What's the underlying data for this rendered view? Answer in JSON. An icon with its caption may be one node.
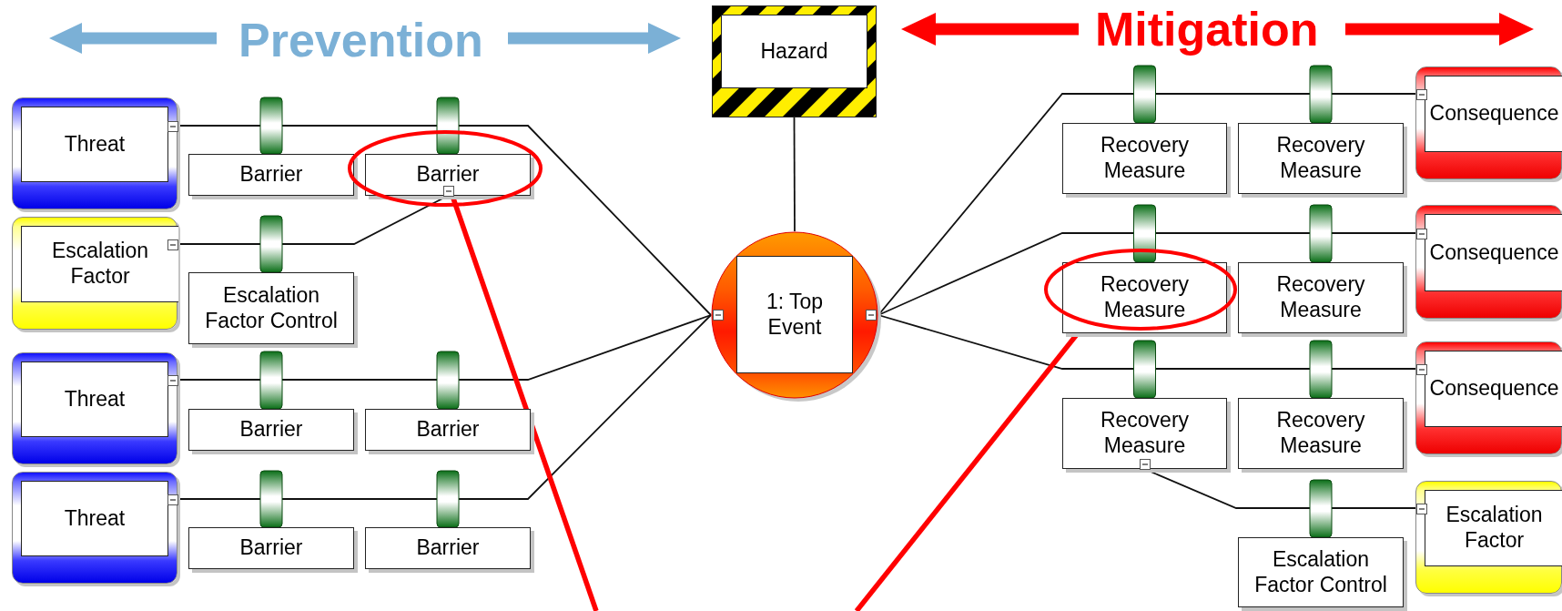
{
  "diagram": {
    "nodes": [
      {
        "text": [
          "Hazard"
        ]
      },
      {
        "text": [
          "Threat"
        ]
      },
      {
        "text": [
          "Barrier"
        ]
      },
      {
        "text": [
          "Barrier"
        ]
      },
      {
        "text": [
          "Escalation Factor"
        ]
      },
      {
        "text": [
          "Escalation Factor Control"
        ]
      },
      {
        "text": [
          "Threat"
        ]
      },
      {
        "text": [
          "Barrier"
        ]
      },
      {
        "text": [
          "Barrier"
        ]
      },
      {
        "text": [
          "Threat"
        ]
      },
      {
        "text": [
          "Barrier"
        ]
      },
      {
        "text": [
          "Barrier"
        ]
      },
      {
        "text": [
          "1: Top Event"
        ]
      },
      {
        "text": [
          "Recovery Measure"
        ]
      },
      {
        "text": [
          "Recovery Measure"
        ]
      },
      {
        "text": [
          "Consequence"
        ]
      },
      {
        "text": [
          "Recovery Measure"
        ]
      },
      {
        "text": [
          "Recovery Measure"
        ]
      },
      {
        "text": [
          "Consequence"
        ]
      },
      {
        "text": [
          "Recovery Measure"
        ]
      },
      {
        "text": [
          "Recovery Measure"
        ]
      },
      {
        "text": [
          "Consequence"
        ]
      },
      {
        "text": [
          "Escalation Factor Control"
        ]
      },
      {
        "text": [
          "Escalation Factor"
        ]
      }
    ],
    "edges": [
      {
        "from": 0,
        "to": 12,
        "arrow": "none"
      },
      {
        "from": 1,
        "to": 12,
        "arrow": "none"
      },
      {
        "from": 4,
        "to": 3,
        "arrow": "none"
      },
      {
        "from": 6,
        "to": 12,
        "arrow": "none"
      },
      {
        "from": 9,
        "to": 12,
        "arrow": "none"
      },
      {
        "from": 12,
        "to": 15,
        "arrow": "none"
      },
      {
        "from": 12,
        "to": 18,
        "arrow": "none"
      },
      {
        "from": 12,
        "to": 21,
        "arrow": "none"
      },
      {
        "from": 23,
        "to": 19,
        "arrow": "none"
      },
      {
        "from": 3,
        "to": null,
        "arrow": "none",
        "style": "thick",
        "color": "#ff0000"
      },
      {
        "from": 16,
        "to": null,
        "arrow": "none",
        "style": "thick",
        "color": "#ff0000"
      }
    ],
    "labels": [
      "Prevention",
      "Mitigation"
    ]
  }
}
